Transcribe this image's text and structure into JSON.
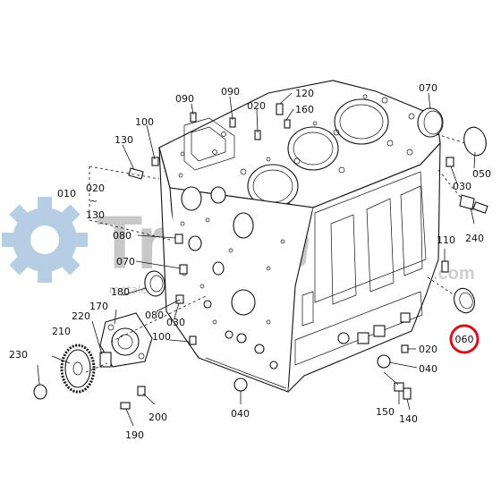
{
  "watermark": {
    "brand": "Traktor",
    "domain": ".com",
    "sub": "ragtalendi.s"
  },
  "callout": {
    "highlighted_part": "060",
    "color": "#d0151c"
  },
  "parts": [
    {
      "id": "p090a",
      "num": "090"
    },
    {
      "id": "p090b",
      "num": "090"
    },
    {
      "id": "p020a",
      "num": "020"
    },
    {
      "id": "p120",
      "num": "120"
    },
    {
      "id": "p160",
      "num": "160"
    },
    {
      "id": "p070a",
      "num": "070"
    },
    {
      "id": "p100a",
      "num": "100"
    },
    {
      "id": "p130",
      "num": "130"
    },
    {
      "id": "p050",
      "num": "050"
    },
    {
      "id": "p030a",
      "num": "030"
    },
    {
      "id": "p010",
      "num": "010"
    },
    {
      "id": "p020b",
      "num": "020"
    },
    {
      "id": "ptilde",
      "num": "~"
    },
    {
      "id": "p130b",
      "num": "130"
    },
    {
      "id": "p240",
      "num": "240"
    },
    {
      "id": "p080a",
      "num": "080"
    },
    {
      "id": "p110",
      "num": "110"
    },
    {
      "id": "p070b",
      "num": "070"
    },
    {
      "id": "p180",
      "num": "180"
    },
    {
      "id": "p170",
      "num": "170"
    },
    {
      "id": "p080b",
      "num": "080"
    },
    {
      "id": "p030b",
      "num": "030"
    },
    {
      "id": "p220",
      "num": "220"
    },
    {
      "id": "p210",
      "num": "210"
    },
    {
      "id": "p100b",
      "num": "100"
    },
    {
      "id": "p020c",
      "num": "020"
    },
    {
      "id": "p230",
      "num": "230"
    },
    {
      "id": "p040a",
      "num": "040"
    },
    {
      "id": "p040b",
      "num": "040"
    },
    {
      "id": "p200",
      "num": "200"
    },
    {
      "id": "p150",
      "num": "150"
    },
    {
      "id": "p140",
      "num": "140"
    },
    {
      "id": "p190",
      "num": "190"
    }
  ]
}
